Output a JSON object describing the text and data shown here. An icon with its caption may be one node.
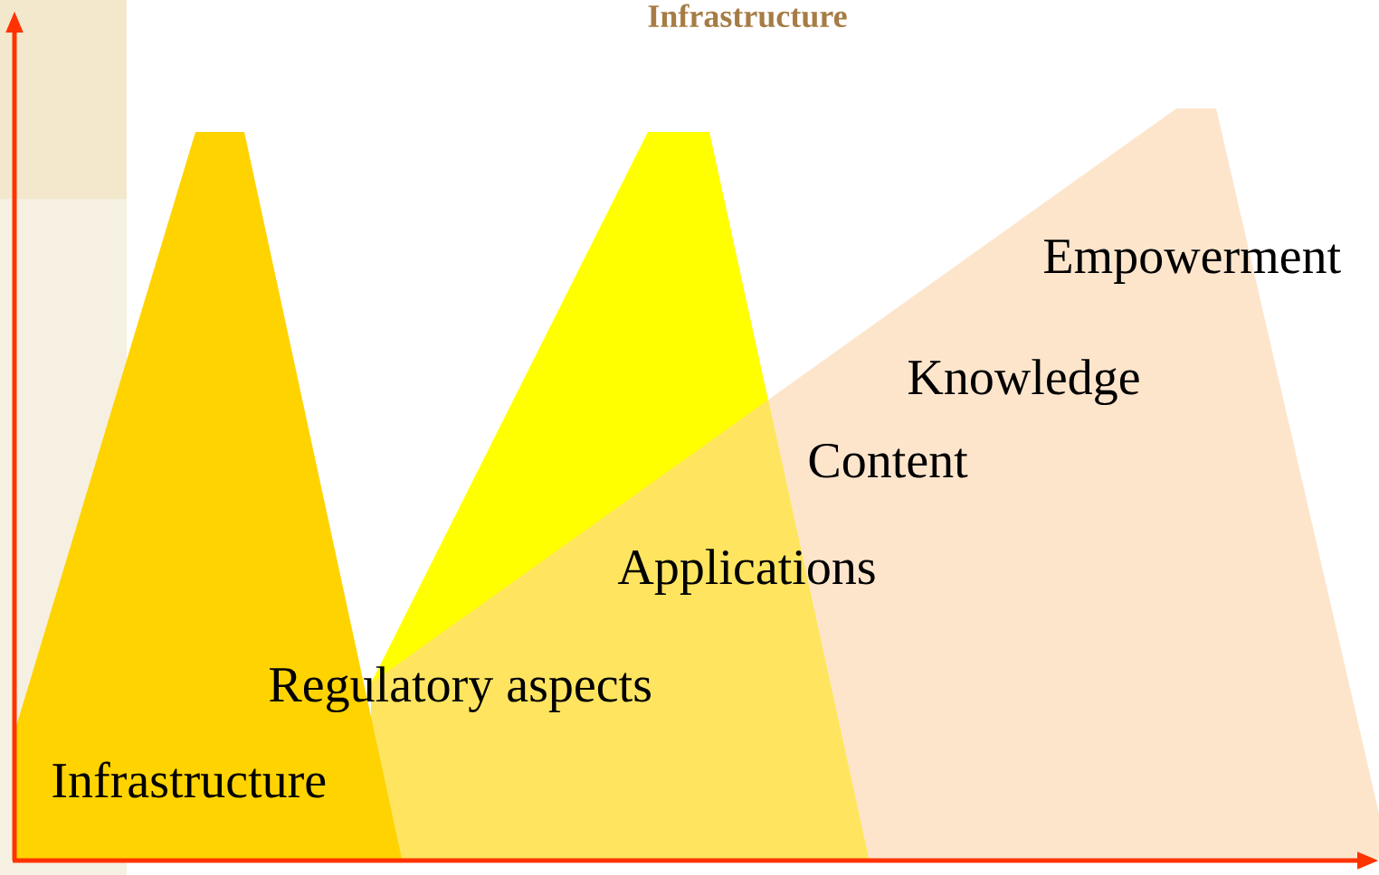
{
  "diagram": {
    "title": "Infrastructure",
    "labels": [
      "Empowerment",
      "Knowledge",
      "Content",
      "Applications",
      "Regulatory aspects",
      "Infrastructure"
    ]
  }
}
